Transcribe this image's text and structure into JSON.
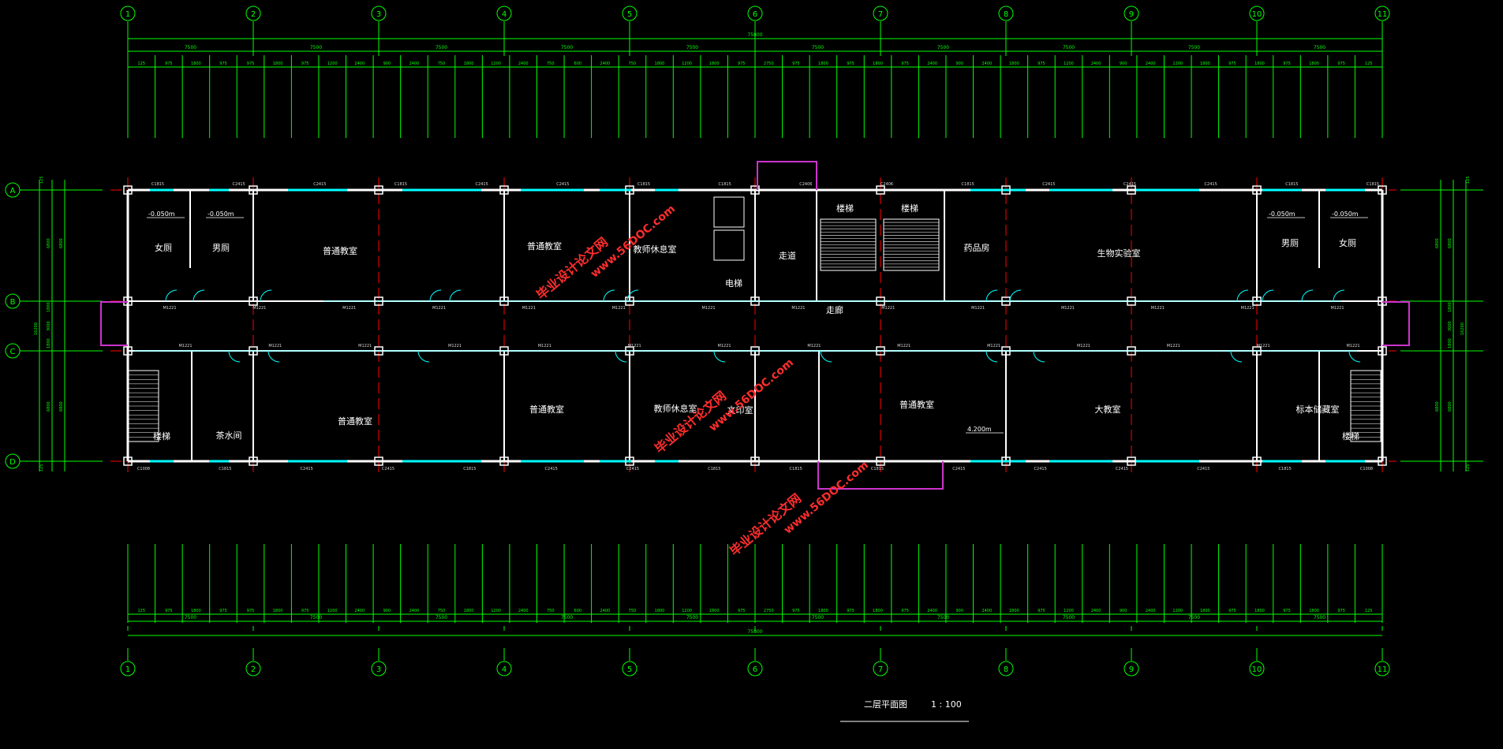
{
  "drawing": {
    "title": "二层平面图",
    "scale": "1 : 100"
  },
  "colors": {
    "background": "#000000",
    "dimension": "#00ff00",
    "wall": "#ffffff",
    "column": "#ffffff",
    "axis_line": "#ff0000",
    "window": "#00ffff",
    "purple_outline": "#cc33cc",
    "watermark": "#ff2d2d",
    "label": "#ffffff",
    "tag": "#d8d8d8"
  },
  "axes": {
    "vertical": [
      "1",
      "2",
      "3",
      "4",
      "5",
      "6",
      "7",
      "8",
      "9",
      "10",
      "11"
    ],
    "horizontal": [
      "A",
      "B",
      "C",
      "D"
    ]
  },
  "dimensions": {
    "total": "75800",
    "bays": [
      "7500",
      "7500",
      "7500",
      "7500",
      "7500",
      "7500",
      "7500",
      "7500",
      "7500",
      "7500"
    ],
    "top_detail": [
      "125",
      "975",
      "1800",
      "975",
      "975",
      "1800",
      "975",
      "1200",
      "2400",
      "900",
      "2400",
      "750",
      "1800",
      "1200",
      "2400",
      "750",
      "600",
      "2400",
      "750",
      "1800",
      "1200",
      "1800",
      "975",
      "2750",
      "975",
      "1800",
      "975",
      "1800",
      "975",
      "2400",
      "900",
      "2400",
      "1800",
      "975",
      "1200",
      "2400",
      "900",
      "2400",
      "1200",
      "1800",
      "975",
      "1800",
      "975",
      "1800",
      "975",
      "125"
    ],
    "left": [
      "125",
      "6800",
      "6800",
      "1800",
      "3000",
      "1800",
      "6800",
      "6800",
      "125",
      "16200"
    ],
    "right": [
      "125",
      "6800",
      "6800",
      "1800",
      "3000",
      "1800",
      "6800",
      "6800",
      "125",
      "16200"
    ]
  },
  "rooms": [
    {
      "name": "女厕"
    },
    {
      "name": "男厕"
    },
    {
      "name": "普通教室"
    },
    {
      "name": "普通教室"
    },
    {
      "name": "教师休息室"
    },
    {
      "name": "电梯"
    },
    {
      "name": "走道"
    },
    {
      "name": "楼梯"
    },
    {
      "name": "楼梯"
    },
    {
      "name": "药品房"
    },
    {
      "name": "生物实验室"
    },
    {
      "name": "男厕"
    },
    {
      "name": "女厕"
    },
    {
      "name": "楼梯"
    },
    {
      "name": "茶水间"
    },
    {
      "name": "普通教室"
    },
    {
      "name": "普通教室"
    },
    {
      "name": "教师休息室"
    },
    {
      "name": "文印室"
    },
    {
      "name": "普通教室"
    },
    {
      "name": "大教室"
    },
    {
      "name": "标本储藏室"
    },
    {
      "name": "楼梯"
    },
    {
      "name": "走廊"
    }
  ],
  "levels": [
    "-0.050m",
    "-0.050m",
    "-0.050m",
    "-0.050m",
    "4.200m"
  ],
  "tags": {
    "windows_top": [
      "C1815",
      "C2415",
      "C2415",
      "C1815",
      "C2415",
      "C2415",
      "C1815",
      "C1815",
      "C2406",
      "C2406",
      "C1815",
      "C2415",
      "C2415",
      "C2415",
      "C1815",
      "C1815"
    ],
    "windows_bottom": [
      "C1008",
      "C1815",
      "C2415",
      "C2415",
      "C1815",
      "C2415",
      "C2415",
      "C1815",
      "C1815",
      "C1815",
      "C2415",
      "C2415",
      "C2415",
      "C2415",
      "C1815",
      "C1008"
    ],
    "doors": [
      "M1221",
      "M1221",
      "M1221",
      "M1221",
      "M1221",
      "M1221",
      "M1221",
      "M1221",
      "M1221",
      "M1221",
      "M1221",
      "M1221",
      "M1221",
      "M1221"
    ]
  },
  "watermark": {
    "cn": "毕业设计论文网",
    "url": "www.56DOC.com"
  }
}
